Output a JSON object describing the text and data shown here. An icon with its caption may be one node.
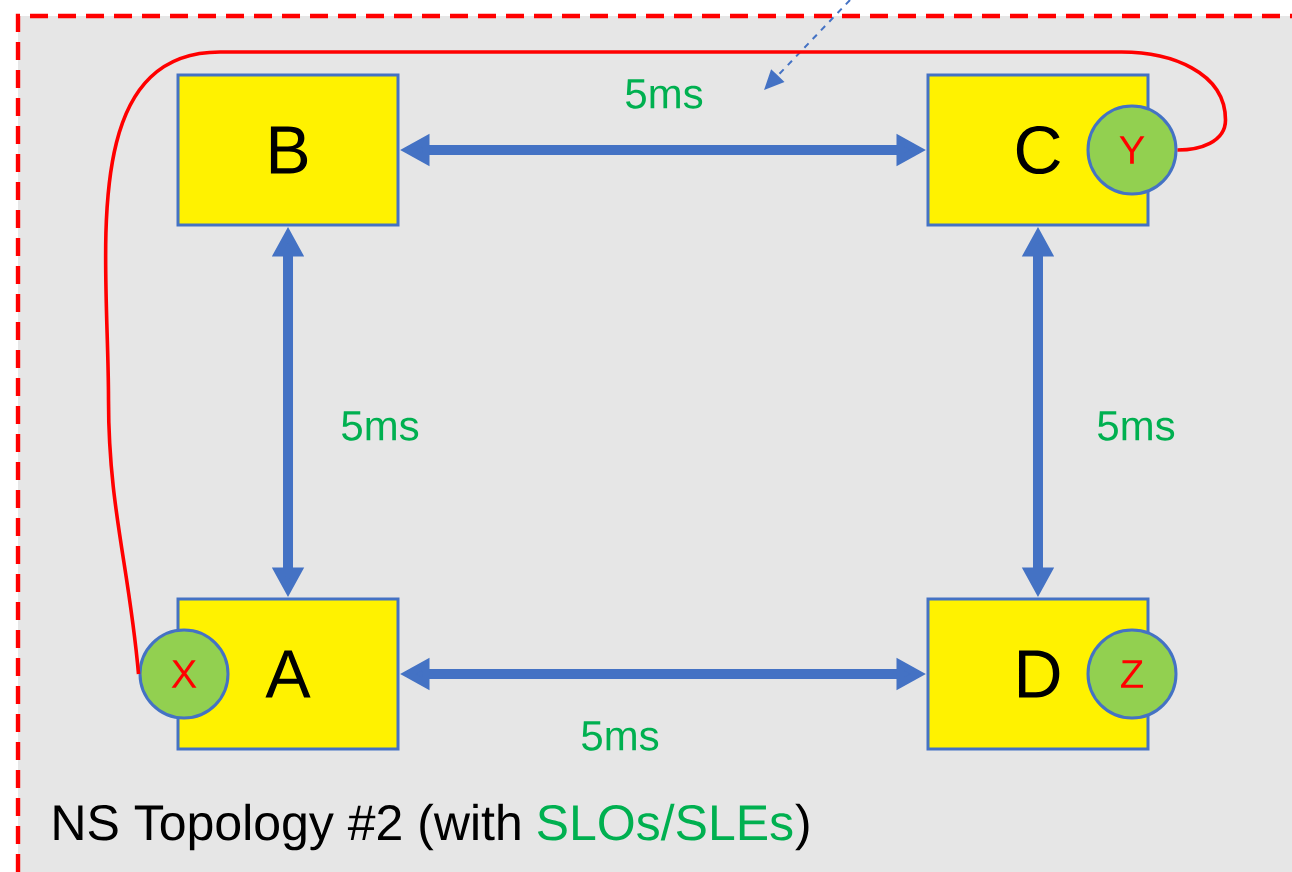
{
  "diagram": {
    "nodes": [
      {
        "text": [
          "B"
        ]
      },
      {
        "text": [
          "C"
        ]
      },
      {
        "text": [
          "A"
        ]
      },
      {
        "text": [
          "D"
        ]
      },
      {
        "text": [
          "X"
        ]
      },
      {
        "text": [
          "Y"
        ]
      },
      {
        "text": [
          "Z"
        ]
      }
    ],
    "edges": [
      {
        "from": 0,
        "to": 1,
        "arrow": "both",
        "label": "5ms"
      },
      {
        "from": 0,
        "to": 2,
        "arrow": "both",
        "label": "5ms"
      },
      {
        "from": 1,
        "to": 3,
        "arrow": "both",
        "label": "5ms"
      },
      {
        "from": 2,
        "to": 3,
        "arrow": "both",
        "label": "5ms"
      },
      {
        "from": 4,
        "to": 5,
        "arrow": "none",
        "color": "#ff0000"
      }
    ],
    "labels": [
      "NS Topology #2 (with",
      "SLOs/SLEs",
      ")"
    ]
  }
}
